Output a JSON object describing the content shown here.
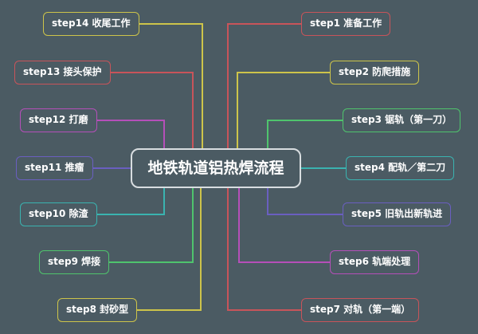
{
  "central_topic": "地铁轨道铝热焊流程",
  "steps": [
    {
      "label": "step1 准备工作",
      "color": "#c8545a"
    },
    {
      "label": "step2 防爬措施",
      "color": "#cdc44a"
    },
    {
      "label": "step3 锯轨（第一刀）",
      "color": "#4fc46d"
    },
    {
      "label": "step4 配轨／第二刀",
      "color": "#3ab3b0"
    },
    {
      "label": "step5 旧轨出新轨进",
      "color": "#6a5fc0"
    },
    {
      "label": "step6 轨端处理",
      "color": "#b54fb9"
    },
    {
      "label": "step7 对轨（第一端）",
      "color": "#c8545a"
    },
    {
      "label": "step8 封砂型",
      "color": "#cdc44a"
    },
    {
      "label": "step9 焊接",
      "color": "#4fc46d"
    },
    {
      "label": "step10 除渣",
      "color": "#3ab3b0"
    },
    {
      "label": "step11 推瘤",
      "color": "#6a5fc0"
    },
    {
      "label": "step12 打磨",
      "color": "#b54fb9"
    },
    {
      "label": "step13 接头保护",
      "color": "#c8545a"
    },
    {
      "label": "step14 收尾工作",
      "color": "#cdc44a"
    }
  ]
}
